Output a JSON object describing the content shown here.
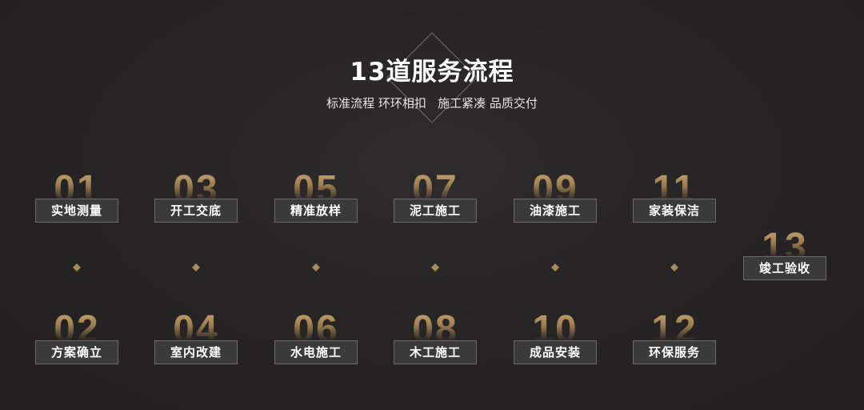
{
  "header": {
    "title": "13道服务流程",
    "subtitle": "标准流程 环环相扣   施工紧凑 品质交付"
  },
  "colors": {
    "background": "#262424",
    "gold": "#b0905e",
    "line": "#8a7150",
    "label_bg": "#3a3a3a",
    "label_border": "#6b6b6b"
  },
  "steps": [
    {
      "num": "01",
      "label": "实地测量"
    },
    {
      "num": "02",
      "label": "方案确立"
    },
    {
      "num": "03",
      "label": "开工交底"
    },
    {
      "num": "04",
      "label": "室内改建"
    },
    {
      "num": "05",
      "label": "精准放样"
    },
    {
      "num": "06",
      "label": "水电施工"
    },
    {
      "num": "07",
      "label": "泥工施工"
    },
    {
      "num": "08",
      "label": "木工施工"
    },
    {
      "num": "09",
      "label": "油漆施工"
    },
    {
      "num": "10",
      "label": "成品安装"
    },
    {
      "num": "11",
      "label": "家装保洁"
    },
    {
      "num": "12",
      "label": "环保服务"
    },
    {
      "num": "13",
      "label": "竣工验收"
    }
  ]
}
